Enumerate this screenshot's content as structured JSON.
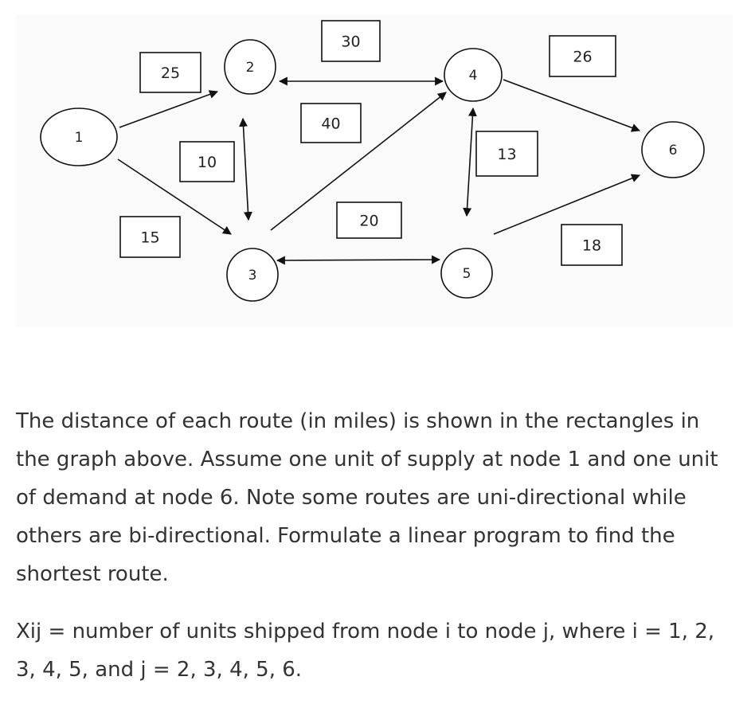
{
  "diagram": {
    "nodes": [
      {
        "id": "1",
        "label": "1"
      },
      {
        "id": "2",
        "label": "2"
      },
      {
        "id": "3",
        "label": "3"
      },
      {
        "id": "4",
        "label": "4"
      },
      {
        "id": "5",
        "label": "5"
      },
      {
        "id": "6",
        "label": "6"
      }
    ],
    "edges": [
      {
        "from": "1",
        "to": "2",
        "distance": "25",
        "direction": "uni"
      },
      {
        "from": "1",
        "to": "3",
        "distance": "15",
        "direction": "uni"
      },
      {
        "from": "2",
        "to": "3",
        "distance": "10",
        "direction": "bi"
      },
      {
        "from": "2",
        "to": "4",
        "distance": "30",
        "direction": "bi"
      },
      {
        "from": "3",
        "to": "4",
        "distance": "40",
        "direction": "uni"
      },
      {
        "from": "3",
        "to": "5",
        "distance": "20",
        "direction": "bi"
      },
      {
        "from": "4",
        "to": "5",
        "distance": "13",
        "direction": "bi"
      },
      {
        "from": "4",
        "to": "6",
        "distance": "26",
        "direction": "uni"
      },
      {
        "from": "5",
        "to": "6",
        "distance": "18",
        "direction": "uni"
      }
    ]
  },
  "text": {
    "problem": "The distance of each route (in miles) is shown in the rectangles in the graph above. Assume one unit of supply at node 1 and one unit of demand at node 6.  Note some routes are uni-directional while others are bi-directional. Formulate a linear program to find the shortest route.",
    "definition": "Xij = number of units shipped from node i to node j, where i = 1, 2, 3, 4, 5, and j = 2, 3, 4, 5, 6."
  }
}
